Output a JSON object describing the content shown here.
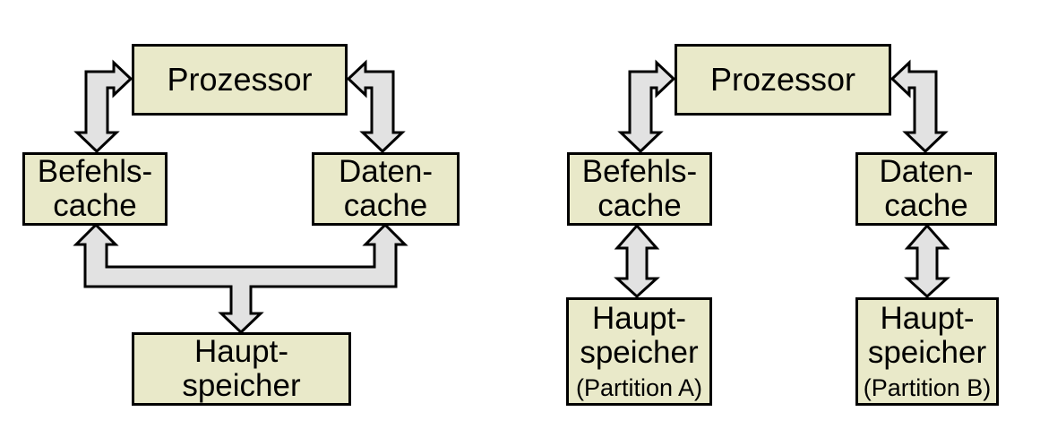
{
  "colors": {
    "background": "#ffffff",
    "box_fill": "#e9e9c9",
    "box_border": "#000000",
    "arrow_fill": "#e2e2e2",
    "arrow_outline": "#000000",
    "text": "#000000"
  },
  "left_diagram": {
    "processor": "Prozessor",
    "instruction_cache": "Befehls-\ncache",
    "data_cache": "Daten-\ncache",
    "main_memory": "Haupt-\nspeicher"
  },
  "right_diagram": {
    "processor": "Prozessor",
    "instruction_cache": "Befehls-\ncache",
    "data_cache": "Daten-\ncache",
    "main_memory_a": "Haupt-\nspeicher",
    "main_memory_a_note": "(Partition A)",
    "main_memory_b": "Haupt-\nspeicher",
    "main_memory_b_note": "(Partition B)"
  }
}
